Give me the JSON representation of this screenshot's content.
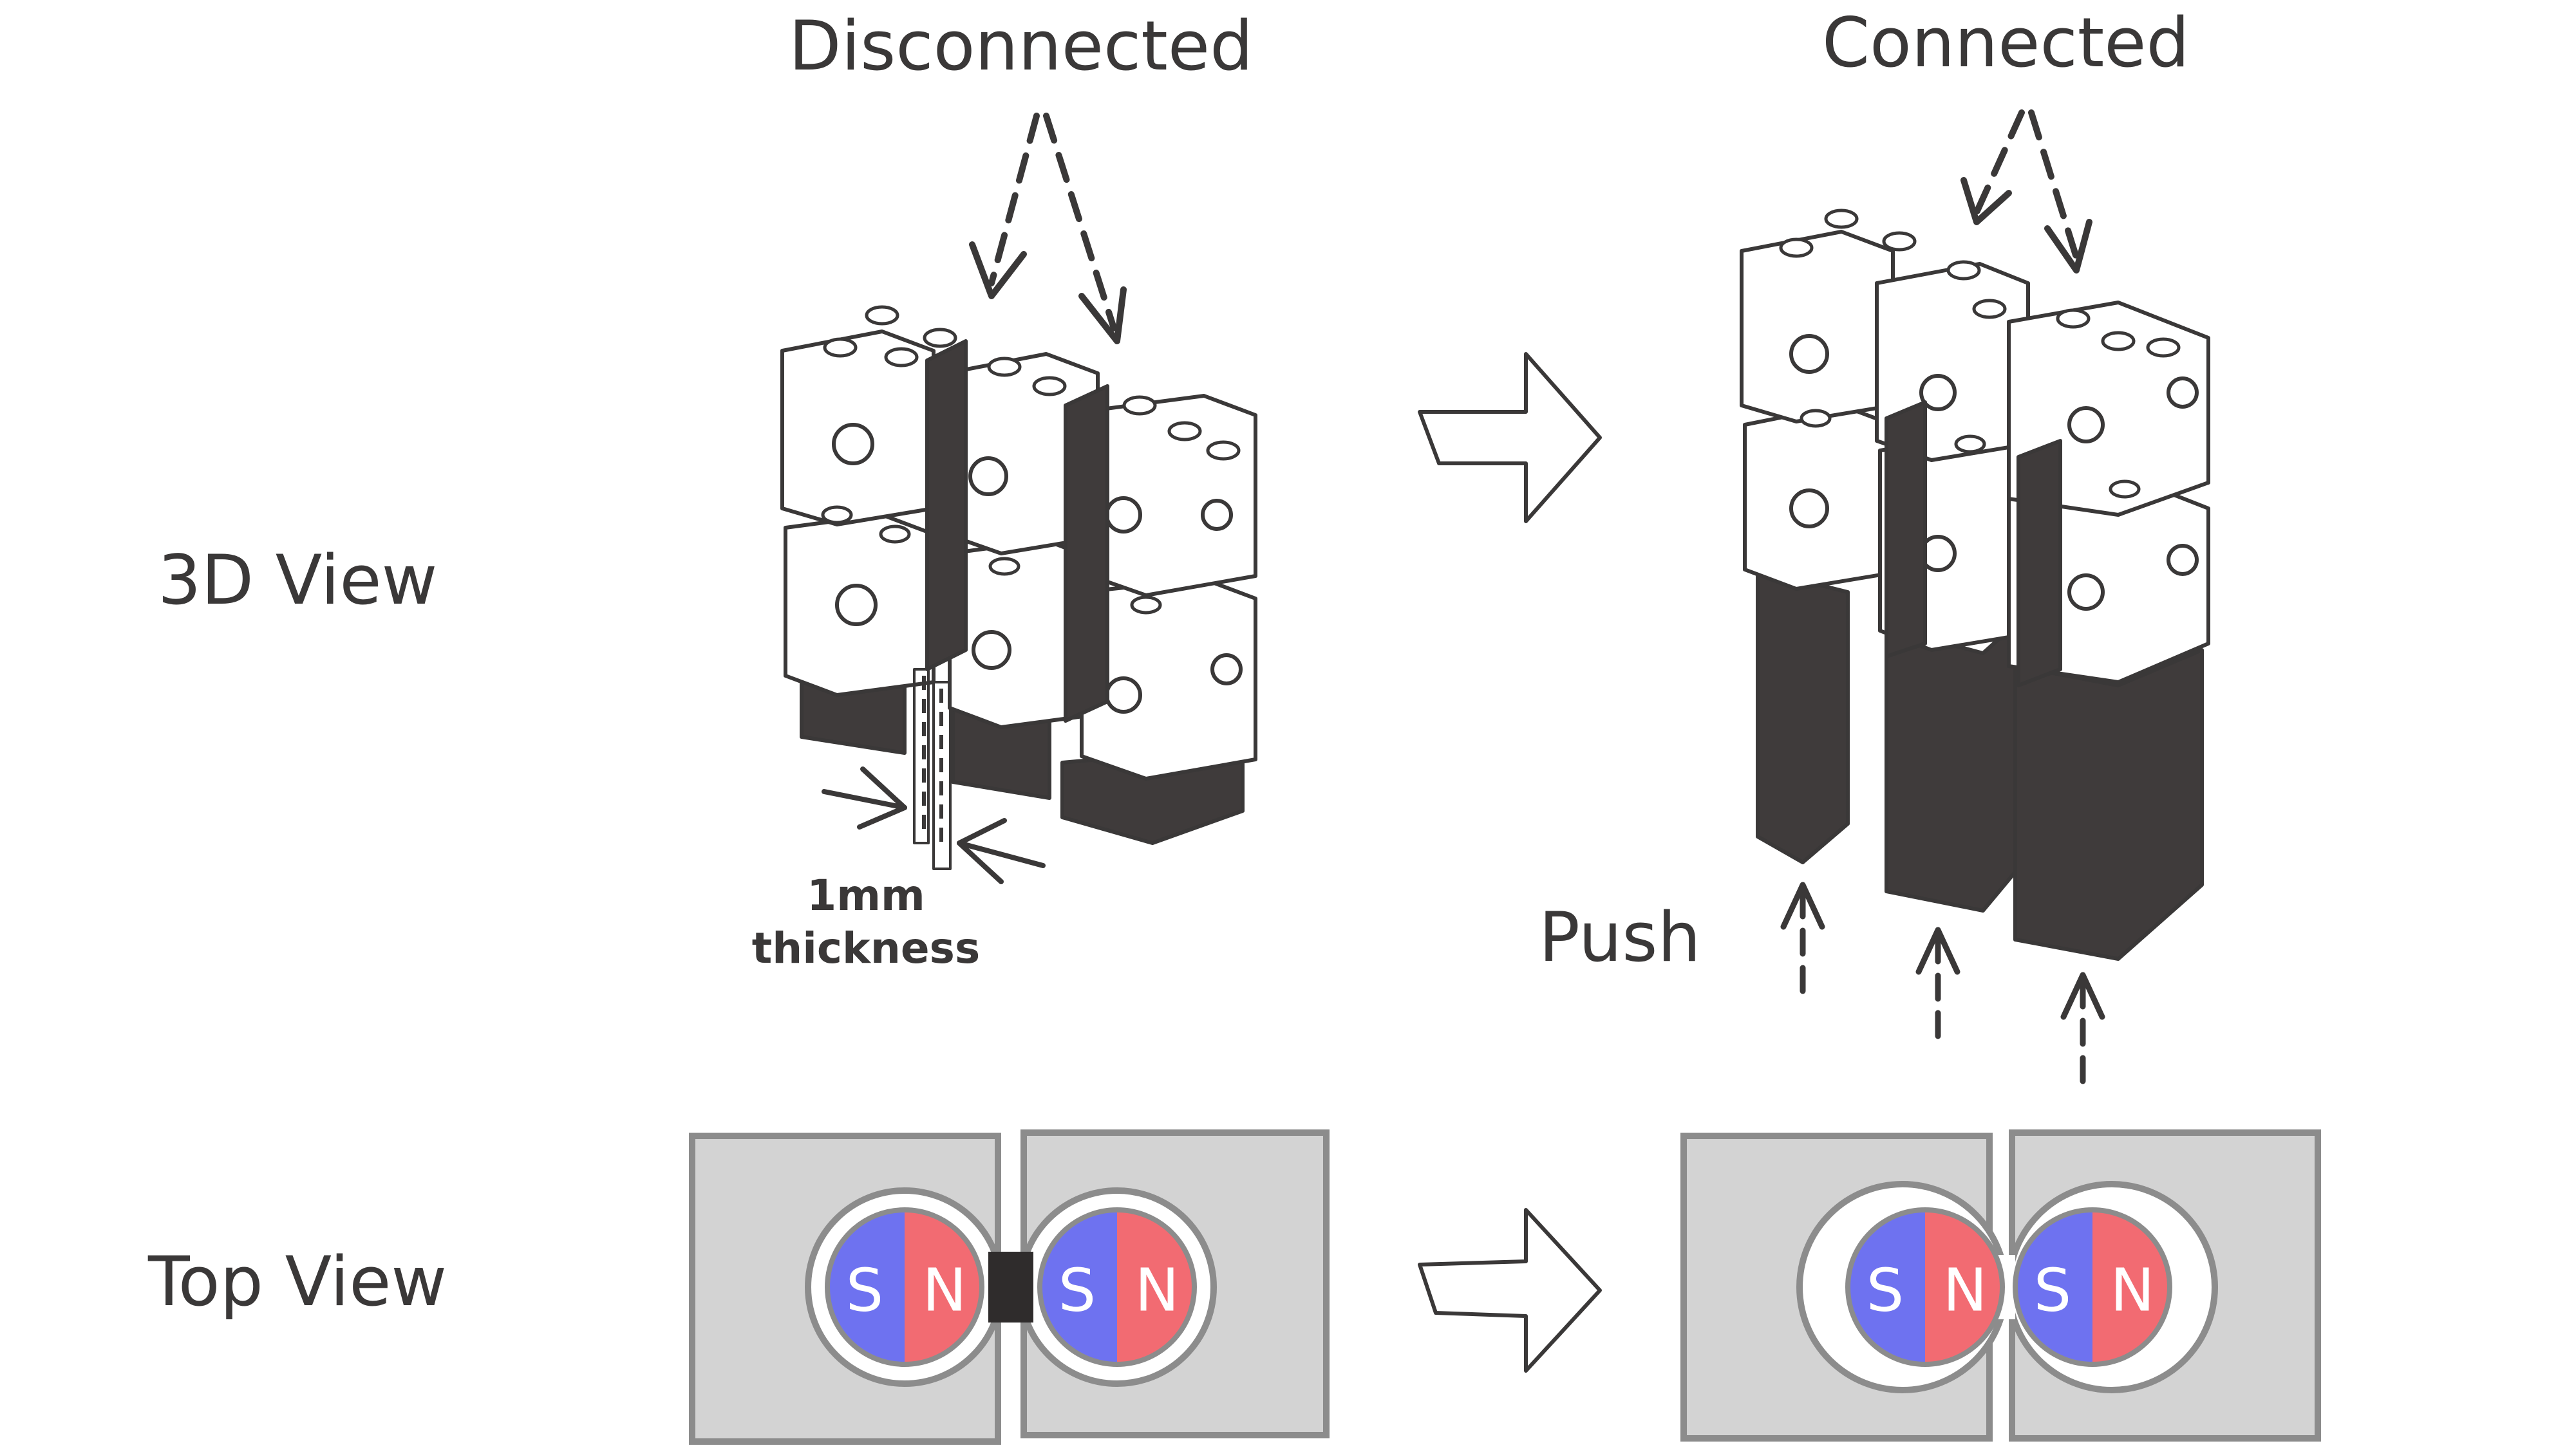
{
  "labels": {
    "disconnected": "Disconnected",
    "connected": "Connected",
    "view_3d": "3D View",
    "view_top": "Top View",
    "thickness_value": "1mm",
    "thickness_word": "thickness",
    "push": "Push"
  },
  "magnet_poles": {
    "south": "S",
    "north": "N"
  },
  "colors": {
    "ink": "#3a3838",
    "block_dark": "#3f3b3b",
    "south_pole": "#6e72f0",
    "north_pole": "#f26b72",
    "top_view_block": "#d3d3d3",
    "top_view_border": "#8c8c8c"
  }
}
